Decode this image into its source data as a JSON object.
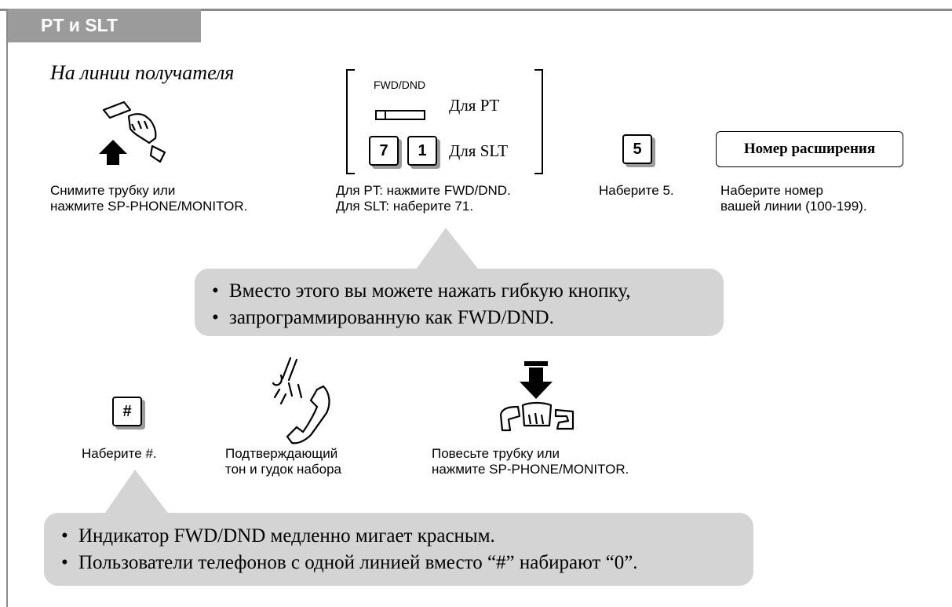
{
  "header": {
    "tab_label": "PT и SLT"
  },
  "section": {
    "title": "На линии получателя"
  },
  "steps_top": [
    {
      "caption_line1": "Снимите трубку или",
      "caption_line2": "нажмите SP-PHONE/MONITOR.",
      "icon": "off-hook-handset-icon"
    },
    {
      "key_label": "FWD/DND",
      "pt_label": "Для PT",
      "slt_keys": [
        "7",
        "1"
      ],
      "slt_label": "Для SLT",
      "caption_line1": "Для PT: нажмите FWD/DND.",
      "caption_line2": "Для SLT: наберите 71."
    },
    {
      "key": "5",
      "caption_line1": "Наберите 5."
    },
    {
      "box_label": "Номер расширения",
      "caption_line1": "Наберите номер",
      "caption_line2": "вашей линии (100-199)."
    }
  ],
  "note1": {
    "items": [
      "Вместо этого вы можете нажать гибкую кнопку,",
      "запрограммированную как FWD/DND."
    ]
  },
  "steps_bottom": [
    {
      "key": "#",
      "caption_line1": "Наберите #."
    },
    {
      "icon": "ringing-handset-icon",
      "caption_line1": "Подтверждающий",
      "caption_line2": "тон и гудок набора"
    },
    {
      "icon": "on-hook-handset-icon",
      "caption_line1": "Повесьте трубку или",
      "caption_line2": "нажмите SP-PHONE/MONITOR."
    }
  ],
  "note2": {
    "items": [
      "Индикатор FWD/DND медленно мигает красным.",
      "Пользователи телефонов с одной линией вместо “#” набирают “0”."
    ]
  },
  "colors": {
    "frame": "#8a8a8a",
    "tab_bg": "#9b9b9b",
    "note_bg": "#d4d4d4"
  }
}
